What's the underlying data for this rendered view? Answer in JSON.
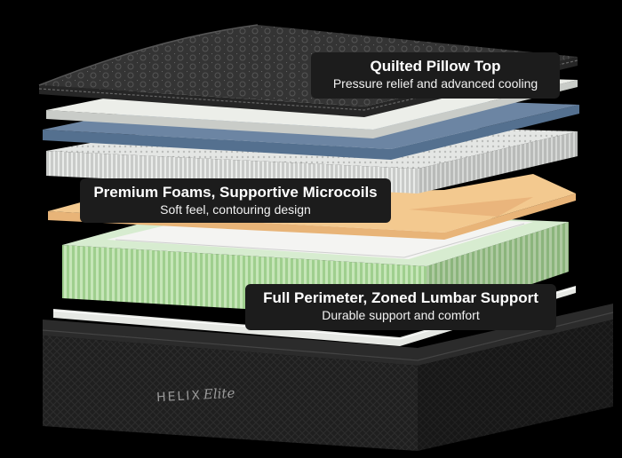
{
  "callouts": {
    "top": {
      "title": "Quilted Pillow Top",
      "subtitle": "Pressure relief and advanced cooling"
    },
    "middle": {
      "title": "Premium Foams, Supportive Microcoils",
      "subtitle": "Soft feel, contouring design"
    },
    "bottom": {
      "title": "Full Perimeter, Zoned Lumbar Support",
      "subtitle": "Durable support and comfort"
    }
  },
  "brand": {
    "name": "HELIX",
    "script": "Elite"
  },
  "colors": {
    "background": "#000000",
    "quilt": "#3a3a3a",
    "white_foam": "#e6e8e4",
    "blue_foam": "#6c85a3",
    "microcoil": "#cfd1cf",
    "orange_foam": "#f3c98f",
    "green_coils": "#bfe0b0",
    "base": "#1d1d1d",
    "callout_bg": "#1c1c1c"
  }
}
